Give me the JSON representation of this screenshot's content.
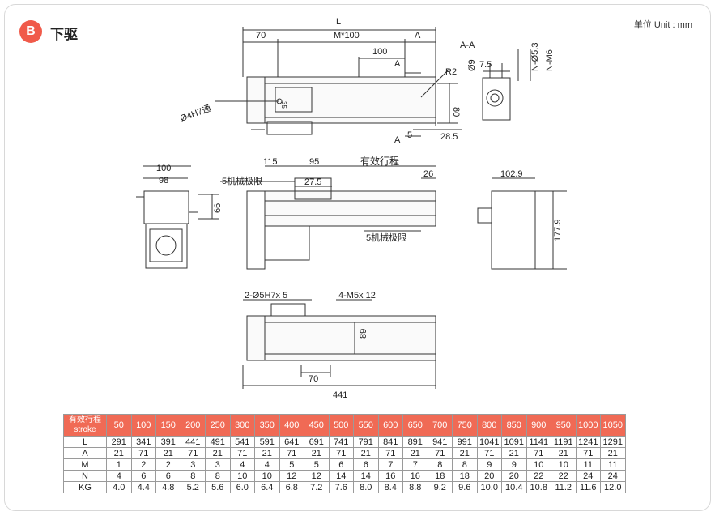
{
  "header": {
    "badge": "B",
    "title": "下驱",
    "unit": "单位 Unit : mm"
  },
  "drawing": {
    "top_view": {
      "L": "L",
      "d70": "70",
      "m100": "M*100",
      "A": "A",
      "d100": "100",
      "A2": "A",
      "A3": "A",
      "r2": "R2",
      "d80": "80",
      "d5": "5",
      "d28_5": "28.5",
      "hole": "Ø4H7通",
      "d35": "35"
    },
    "section": {
      "label": "A-A",
      "d9": "Ø9",
      "d7_5": "7.5",
      "n53": "N-Ø5.3",
      "nm6": "N-M6"
    },
    "end_view": {
      "d100": "100",
      "d98": "98",
      "d66": "66"
    },
    "side_view": {
      "d115": "115",
      "d95": "95",
      "stroke": "有效行程",
      "limit1": "5机械极限",
      "d27_5": "27.5",
      "d26": "26",
      "limit2": "5机械极限"
    },
    "right_view": {
      "d102_9": "102.9",
      "d177_9": "177.9"
    },
    "bottom_view": {
      "pins": "2-Ø5H7x 5",
      "threads": "4-M5x 12",
      "d89": "89",
      "d70": "70",
      "d441": "441"
    }
  },
  "table": {
    "header_label_1": "有效行程",
    "header_label_2": "stroke",
    "strokes": [
      "50",
      "100",
      "150",
      "200",
      "250",
      "300",
      "350",
      "400",
      "450",
      "500",
      "550",
      "600",
      "650",
      "700",
      "750",
      "800",
      "850",
      "900",
      "950",
      "1000",
      "1050"
    ],
    "rows": [
      {
        "label": "L",
        "values": [
          "291",
          "341",
          "391",
          "441",
          "491",
          "541",
          "591",
          "641",
          "691",
          "741",
          "791",
          "841",
          "891",
          "941",
          "991",
          "1041",
          "1091",
          "1141",
          "1191",
          "1241",
          "1291"
        ]
      },
      {
        "label": "A",
        "values": [
          "21",
          "71",
          "21",
          "71",
          "21",
          "71",
          "21",
          "71",
          "21",
          "71",
          "21",
          "71",
          "21",
          "71",
          "21",
          "71",
          "21",
          "71",
          "21",
          "71",
          "21"
        ]
      },
      {
        "label": "M",
        "values": [
          "1",
          "2",
          "2",
          "3",
          "3",
          "4",
          "4",
          "5",
          "5",
          "6",
          "6",
          "7",
          "7",
          "8",
          "8",
          "9",
          "9",
          "10",
          "10",
          "11",
          "11"
        ]
      },
      {
        "label": "N",
        "values": [
          "4",
          "6",
          "6",
          "8",
          "8",
          "10",
          "10",
          "12",
          "12",
          "14",
          "14",
          "16",
          "16",
          "18",
          "18",
          "20",
          "20",
          "22",
          "22",
          "24",
          "24"
        ]
      },
      {
        "label": "KG",
        "values": [
          "4.0",
          "4.4",
          "4.8",
          "5.2",
          "5.6",
          "6.0",
          "6.4",
          "6.8",
          "7.2",
          "7.6",
          "8.0",
          "8.4",
          "8.8",
          "9.2",
          "9.6",
          "10.0",
          "10.4",
          "10.8",
          "11.2",
          "11.6",
          "12.0"
        ]
      }
    ]
  },
  "colors": {
    "accent": "#f05a4a",
    "table_header": "#f06a55",
    "line": "#333333"
  }
}
